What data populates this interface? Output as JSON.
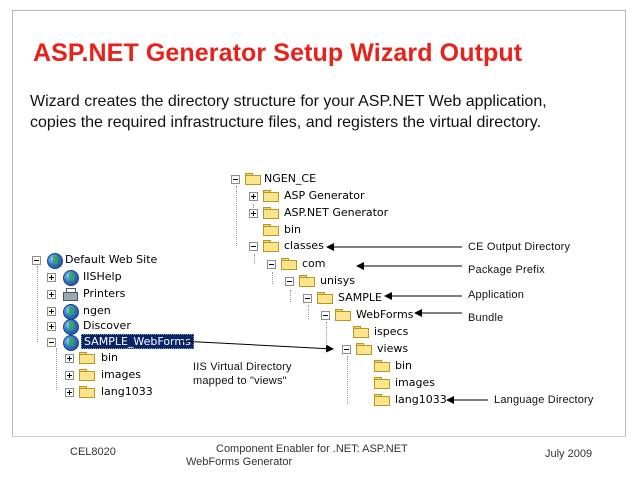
{
  "title": "ASP.NET Generator Setup Wizard Output",
  "body": "Wizard creates the directory structure for your ASP.NET Web application, copies the required infrastructure files, and registers the virtual directory.",
  "project_tree": {
    "root": "NGEN_CE",
    "asp_generator": "ASP Generator",
    "aspnet_generator": "ASP.NET Generator",
    "bin": "bin",
    "classes": "classes",
    "com": "com",
    "unisys": "unisys",
    "sample": "SAMPLE",
    "webforms": "WebForms",
    "ispecs": "ispecs",
    "views": "views",
    "views_bin": "bin",
    "images": "images",
    "lang1033": "lang1033"
  },
  "iis_tree": {
    "root": "Default Web Site",
    "iishelp": "IISHelp",
    "printers": "Printers",
    "ngen": "ngen",
    "discover": "Discover",
    "sample_webforms": "SAMPLE_WebForms",
    "bin": "bin",
    "images": "images",
    "lang1033": "lang1033"
  },
  "callouts": {
    "ce_output": "CE Output Directory",
    "package_prefix": "Package Prefix",
    "application": "Application",
    "bundle": "Bundle",
    "language_directory": "Language Directory",
    "iis_virtual_line1": "IIS Virtual Directory",
    "iis_virtual_line2": "mapped to \"views\""
  },
  "footer": {
    "course": "CEL8020",
    "center_line1": "Component Enabler for .NET: ASP.NET",
    "center_line2": "WebForms Generator",
    "date": "July 2009"
  },
  "colors": {
    "title": "#e8211b",
    "selection": "#0a246a",
    "folder": "#fbe48a"
  },
  "icons": {
    "folder": "folder-icon",
    "globe": "globe-icon",
    "printer": "printer-icon"
  }
}
